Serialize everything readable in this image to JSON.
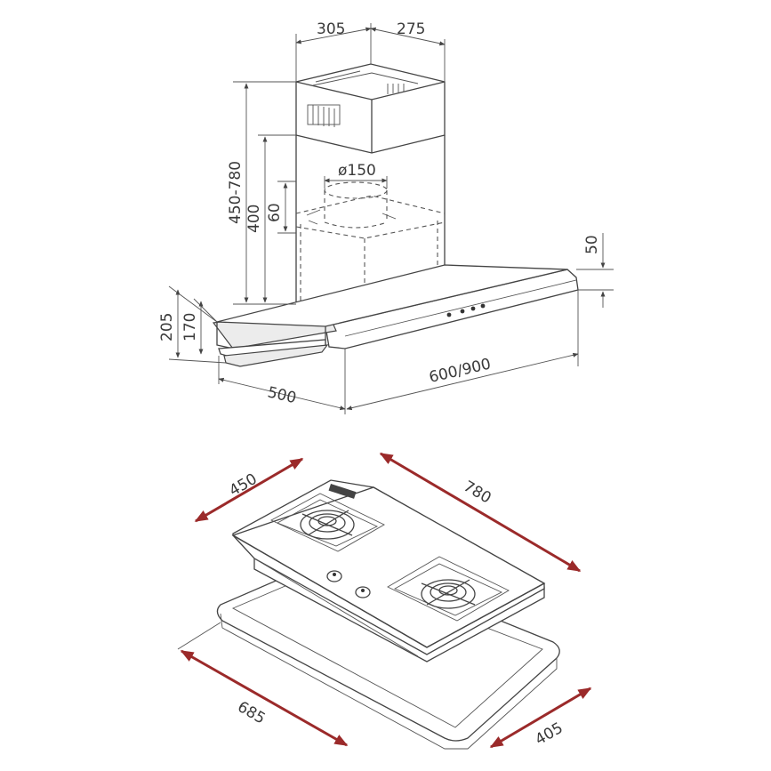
{
  "hood": {
    "chimney_width": "305",
    "chimney_depth": "275",
    "duct_diameter": "ø150",
    "total_height": "450-780",
    "lower_height": "400",
    "outlet_height": "60",
    "panel_height": "50",
    "front_height": "205",
    "body_height": "170",
    "depth": "500",
    "width": "600/900"
  },
  "hob": {
    "width": "780",
    "depth": "450",
    "cutout_width": "685",
    "cutout_depth": "405"
  },
  "colors": {
    "line": "#444444",
    "dimension_arrow": "#9b2a2a"
  }
}
